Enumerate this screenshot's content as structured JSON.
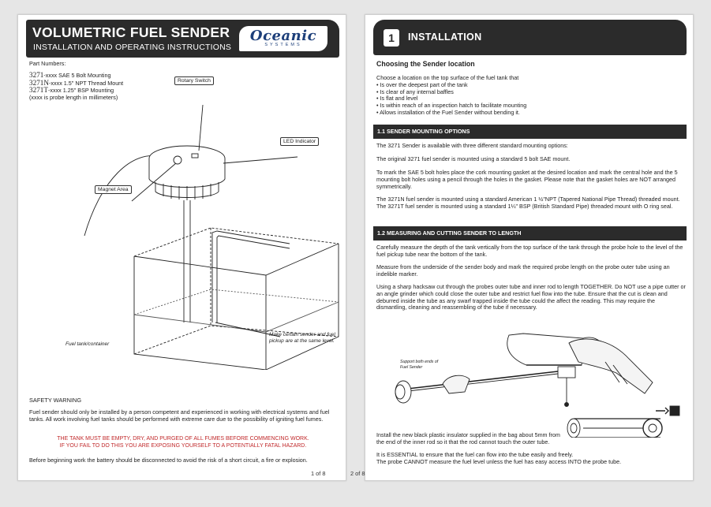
{
  "page1": {
    "title": "VOLUMETRIC FUEL SENDER",
    "subtitle": "INSTALLATION AND OPERATING INSTRUCTIONS",
    "logo": {
      "name": "Oceanic",
      "tagline": "SYSTEMS"
    },
    "part_numbers_label": "Part Numbers:",
    "part_numbers": [
      {
        "pn": "3271",
        "desc": "-xxxx SAE 5 Bolt Mounting"
      },
      {
        "pn": "3271N",
        "desc": "-xxxx 1.5\" NPT Thread Mount"
      },
      {
        "pn": "3271T",
        "desc": "-xxxx 1.25\" BSP Mounting"
      }
    ],
    "probe_note": "(xxxx is probe length in millimeters)",
    "callouts": {
      "rotary_switch": "Rotary Switch",
      "led_indicator": "LED Indicator",
      "magnet_area": "Magnet Area"
    },
    "fuel_tank_label": "Fuel tank/container",
    "pickup_note_1": "Make certain sender and fuel",
    "pickup_note_2": "pickup are at the same level.",
    "safety_title": "SAFETY WARNING",
    "safety_body": "Fuel sender should only be installed by a person competent and experienced in working with electrical systems and fuel tanks. All work involving fuel tanks should be performed with extreme care due to the possibility of igniting fuel fumes.",
    "warning_1": "THE TANK MUST BE EMPTY, DRY, AND PURGED OF ALL FUMES BEFORE COMMENCING WORK.",
    "warning_2": "IF YOU FAIL TO DO THIS YOU ARE EXPOSING YOURSELF TO A POTENTIALLY FATAL HAZARD.",
    "battery_note": "Before beginning work the battery should be disconnected to avoid the risk of a short circuit, a fire or explosion.",
    "page_number": "1 of 8"
  },
  "page2": {
    "section_number": "1",
    "section_title": "INSTALLATION",
    "choose_heading": "Choosing the Sender location",
    "choose_intro": "Choose a location on the top surface of the fuel tank that",
    "choose_bullets": [
      "• Is over the deepest part of the tank",
      "• Is clear of any internal baffles",
      "• Is flat and level",
      "• Is within reach of an inspection hatch to facilitate mounting",
      "• Allows installation of the Fuel Sender without bending it."
    ],
    "sub1_title": "1.1 SENDER MOUNTING OPTIONS",
    "sub1_p1": "The 3271 Sender is available with three different standard mounting options:",
    "sub1_p2": "The original 3271 fuel sender is mounted using a standard 5 bolt SAE mount.",
    "sub1_p3": "To mark the SAE 5 bolt holes place the cork mounting gasket at the desired location and mark the central hole and the 5 mounting bolt holes using a pencil through the holes in the gasket. Please note that the gasket holes are NOT arranged symmetrically.",
    "sub1_p4": "The 3271N fuel sender is mounted using a standard American 1 ½\"NPT (Tapered National Pipe Thread) threaded mount. The 3271T fuel sender is mounted using a standard 1¼\" BSP (British Standard Pipe) threaded mount with O ring seal.",
    "sub2_title": "1.2 MEASURING AND CUTTING SENDER TO LENGTH",
    "sub2_p1": "Carefully measure the depth of the tank vertically from the top surface of the tank through the probe hole to the level of the fuel pickup tube near the bottom of the tank.",
    "sub2_p2": "Measure from the underside of the sender body and mark the required probe length on the probe outer tube using an indelible marker.",
    "sub2_p3": "Using a sharp hacksaw cut through the probes outer tube and inner rod to length TOGETHER. Do NOT use a pipe cutter or an angle grinder which could close the outer tube and restrict fuel flow into the tube. Ensure that the cut is clean and deburred inside the tube as any swarf trapped inside the tube could the affect the reading. This may require the dismantling, cleaning and reassembling of the tube if necessary.",
    "support_label_1": "Support both ends of",
    "support_label_2": "Fuel Sender",
    "insulator_p": "Install the new black plastic insulator supplied in the bag about 5mm from the end of the inner rod so it that the rod cannot touch the outer tube.",
    "essential_1": "It is ESSENTIAL to ensure that the fuel can flow into the tube easily and freely.",
    "essential_2": "The probe CANNOT measure the fuel level unless the fuel has easy access INTO the probe tube.",
    "page_number": "2 of 8"
  },
  "colors": {
    "header_bg": "#2b2b2b",
    "warning_red": "#c0282a",
    "logo_blue": "#1d3f7a"
  }
}
